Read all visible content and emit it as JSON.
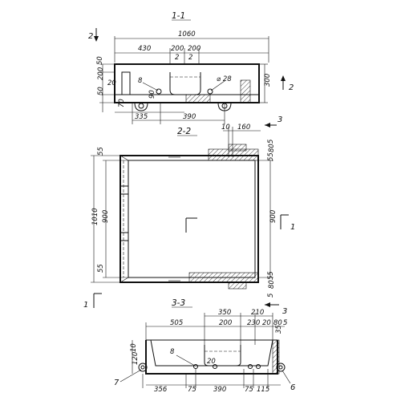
{
  "sections": {
    "s11": "1-1",
    "s22": "2-2",
    "s33": "3-3"
  },
  "cut_marks": {
    "c1": "1",
    "c2": "2",
    "c3": "3"
  },
  "top": {
    "overall": "1060",
    "left": "430",
    "mid1": "200",
    "mid2": "200",
    "sub1": "2",
    "sub2": "2",
    "h50a": "50",
    "h200": "200",
    "h50b": "50",
    "h20": "20",
    "h300": "300",
    "d70": "70",
    "b335": "335",
    "b390": "390",
    "c8": "8",
    "c90": "90",
    "dia": "⌀ 28"
  },
  "plan": {
    "w10": "10",
    "w160": "160",
    "tr5": "5",
    "tr80": "80",
    "tr55": "55",
    "l55a": "55",
    "l1010": "1010",
    "l900": "900",
    "l55b": "55",
    "r900": "900",
    "br55": "55",
    "br80": "80",
    "br5": "5"
  },
  "bottom": {
    "t350": "350",
    "t210": "210",
    "t505": "505",
    "t200": "200",
    "t230": "230",
    "t20": "20",
    "t80": "80",
    "t5": "5",
    "t35": "35",
    "c8": "8",
    "c20": "20",
    "v120": "120",
    "v10": "10",
    "b356": "356",
    "b75a": "75",
    "b390": "390",
    "b75b": "75",
    "b115": "115",
    "m7": "7",
    "m6": "6"
  }
}
